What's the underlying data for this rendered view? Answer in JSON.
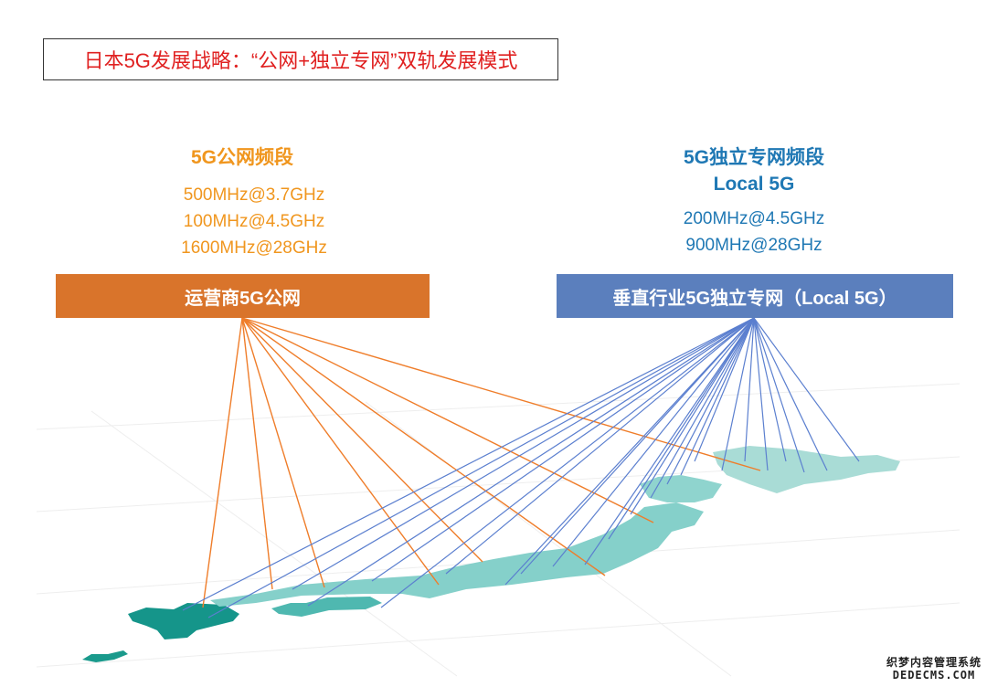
{
  "title": "日本5G发展战略：“公网+独立专网”双轨发展模式",
  "public": {
    "heading": "5G公网频段",
    "frequencies": [
      "500MHz@3.7GHz",
      "100MHz@4.5GHz",
      "1600MHz@28GHz"
    ],
    "bar_label": "运营商5G公网",
    "color": "#d9742b"
  },
  "private": {
    "heading": "5G独立专网频段",
    "subheading": "Local 5G",
    "frequencies": [
      "200MHz@4.5GHz",
      "900MHz@28GHz"
    ],
    "bar_label": "垂直行业5G独立专网（Local 5G）",
    "color": "#5b7fbd"
  },
  "watermark": {
    "line1": "织梦内容管理系统",
    "line2": "DEDECMS.COM"
  }
}
